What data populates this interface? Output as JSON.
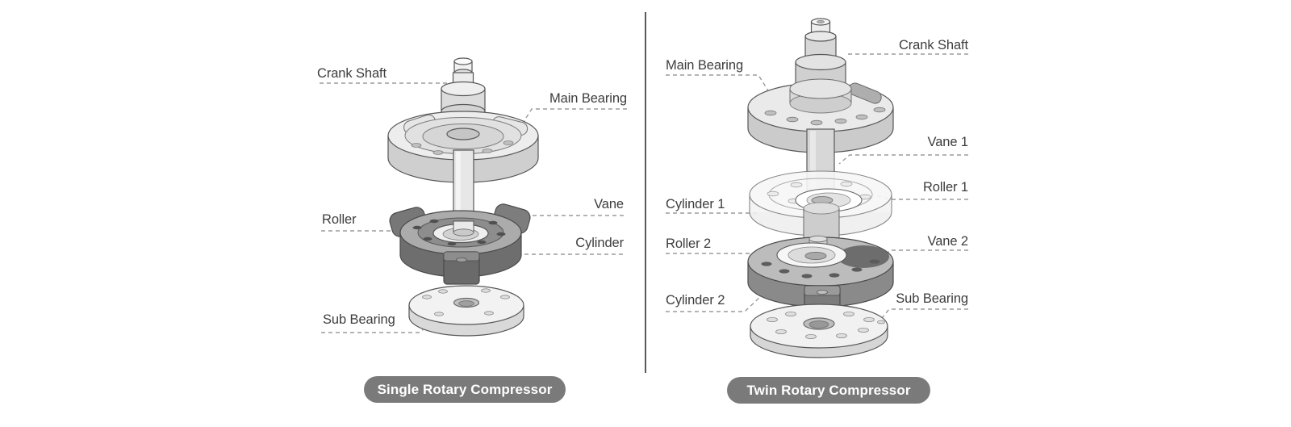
{
  "diagram": {
    "colors": {
      "background": "#ffffff",
      "label_text": "#3d3d3d",
      "leader_line": "#9b9b9b",
      "divider": "#5b5b5b",
      "caption_bg": "#7a7a7a",
      "caption_text": "#ffffff"
    },
    "panels": [
      {
        "name": "single",
        "caption": "Single Rotary Compressor",
        "labels": {
          "crank_shaft": "Crank Shaft",
          "main_bearing": "Main Bearing",
          "vane": "Vane",
          "roller": "Roller",
          "cylinder": "Cylinder",
          "sub_bearing": "Sub Bearing"
        }
      },
      {
        "name": "twin",
        "caption": "Twin Rotary Compressor",
        "labels": {
          "crank_shaft": "Crank Shaft",
          "main_bearing": "Main Bearing",
          "vane_1": "Vane 1",
          "roller_1": "Roller 1",
          "cylinder_1": "Cylinder 1",
          "roller_2": "Roller 2",
          "vane_2": "Vane 2",
          "cylinder_2": "Cylinder 2",
          "sub_bearing": "Sub Bearing"
        }
      }
    ]
  }
}
